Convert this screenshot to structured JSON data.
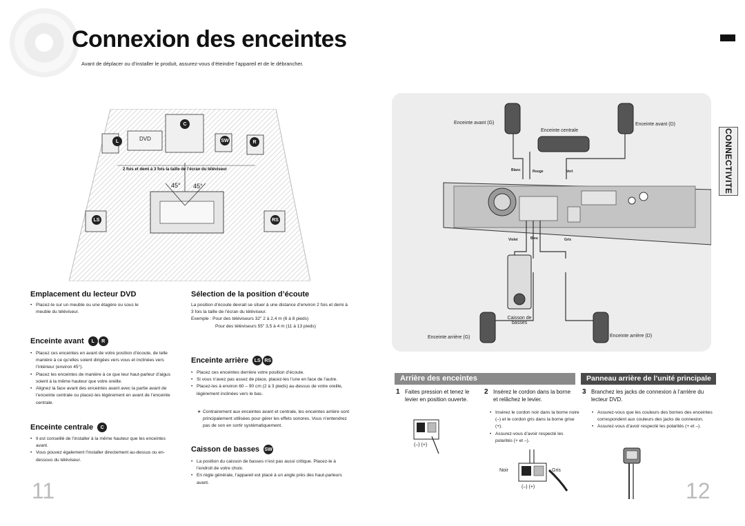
{
  "header": {
    "title": "Connexion des enceintes",
    "subtitle": "Avant de déplacer ou d’installer le produit, assurez-vous d’éteindre l’appareil et de le débrancher."
  },
  "side_tab": "CONNECTIVITE",
  "room_diagram": {
    "dvd": "DVD",
    "badges": {
      "c": "C",
      "l": "L",
      "sw": "SW",
      "r": "R",
      "ls": "LS",
      "rs": "RS"
    },
    "distance_note": "2 fois et demi à 3 fois la taille de l’écran du téléviseur",
    "angle_left": "45°",
    "angle_right": "45°"
  },
  "left_page": {
    "dvd_placement": {
      "heading": "Emplacement du lecteur DVD",
      "items": [
        "Placez-le sur un meuble ou une étagère ou sous le meuble du téléviseur."
      ]
    },
    "front_speakers": {
      "heading": "Enceinte avant",
      "items": [
        "Placez ces enceintes en avant de votre position d’écoute, de telle manière à ce qu’elles soient dirigées vers vous et inclinées vers l’intérieur (environ 45°).",
        "Placez les enceintes de manière à ce que leur haut-parleur d’aigus soient à la même hauteur que votre oreille.",
        "Alignez la face avant des enceintes avant avec la partie avant de l’enceinte centrale ou placez-les légèrement en avant de l’enceinte centrale."
      ]
    },
    "center_speaker": {
      "heading": "Enceinte centrale",
      "items": [
        "Il est conseillé de l’installer à la même hauteur que les enceintes avant.",
        "Vous pouvez également l’installer directement au-dessus ou en-dessous du téléviseur."
      ]
    },
    "listening_position": {
      "heading": "Sélection de la position d’écoute",
      "text": "La position d’écoute devrait se situer à une distance d’environ 2 fois et demi à 3 fois la taille de l’écran du téléviseur.",
      "example1": "Exemple : Pour des téléviseurs 32\" 2 à 2,4 m (6 à 8 pieds)",
      "example2": "Pour des téléviseurs 55\" 3,5 à 4 m (11 à 13 pieds)"
    },
    "rear_speakers": {
      "heading": "Enceinte arrière",
      "items": [
        "Placez ces enceintes derrière votre position d’écoute.",
        "Si vous n’avez pas assez de place, placez-les l’une en face de l’autre.",
        "Placez-les à environ 60 – 90 cm (2 à 3 pieds) au-dessus de votre oreille, légèrement inclinées vers le bas."
      ],
      "note": "Contrairement aux enceintes avant et centrale, les enceintes arrière sont principalement utilisées pour gérer les effets sonores. Vous n’entendrez pas de son en sortir systématiquement."
    },
    "subwoofer": {
      "heading": "Caisson de basses",
      "items": [
        "La position du caisson de basses n’est pas aussi critique. Placez-le à l’endroit de votre choix.",
        "En règle générale, l’appareil est placé à un angle près des haut-parleurs avant."
      ]
    },
    "page_number": "11"
  },
  "right_page": {
    "wiring": {
      "front_left": "Enceinte avant (G)",
      "front_right": "Enceinte avant (D)",
      "center": "Enceinte centrale",
      "sub_line1": "Caisson de",
      "sub_line2": "basses",
      "rear_left": "Enceinte arrière (G)",
      "rear_right": "Enceinte arrière (D)",
      "wire_white": "Blanc",
      "wire_red": "Rouge",
      "wire_green": "Vert",
      "wire_violet": "Violet",
      "wire_blue": "Bleu",
      "wire_grey": "Gris"
    },
    "rear_section": {
      "banner": "Arrière des enceintes",
      "step1_num": "1",
      "step1": "Faites pression et tenez le levier en position ouverte.",
      "step2_num": "2",
      "step2": "Insérez le cordon dans la borne et relâchez le levier.",
      "step2_items": [
        "Insérez le cordon noir dans la borne noire (–) et le cordon gris dans la borne grise (+).",
        "Assurez-vous d’avoir respecté les polarités (+ et –)."
      ],
      "polarity": "(–)  (+)",
      "noir": "Noir",
      "gris": "Gris"
    },
    "panel_section": {
      "banner": "Panneau arrière de l’unité principale",
      "step3_num": "3",
      "step3": "Branchez les jacks de connexion à l’arrière du lecteur DVD.",
      "items": [
        "Assurez-vous que les couleurs des bornes des enceintes correspondent aux couleurs des jacks de connexion.",
        "Assurez-vous d’avoir respecté les polarités (+ et –)."
      ]
    },
    "page_number": "12"
  },
  "colors": {
    "banner_grey": "#8a8a8a",
    "banner_dark": "#4a4a4a",
    "panel_bg": "#ededed"
  }
}
